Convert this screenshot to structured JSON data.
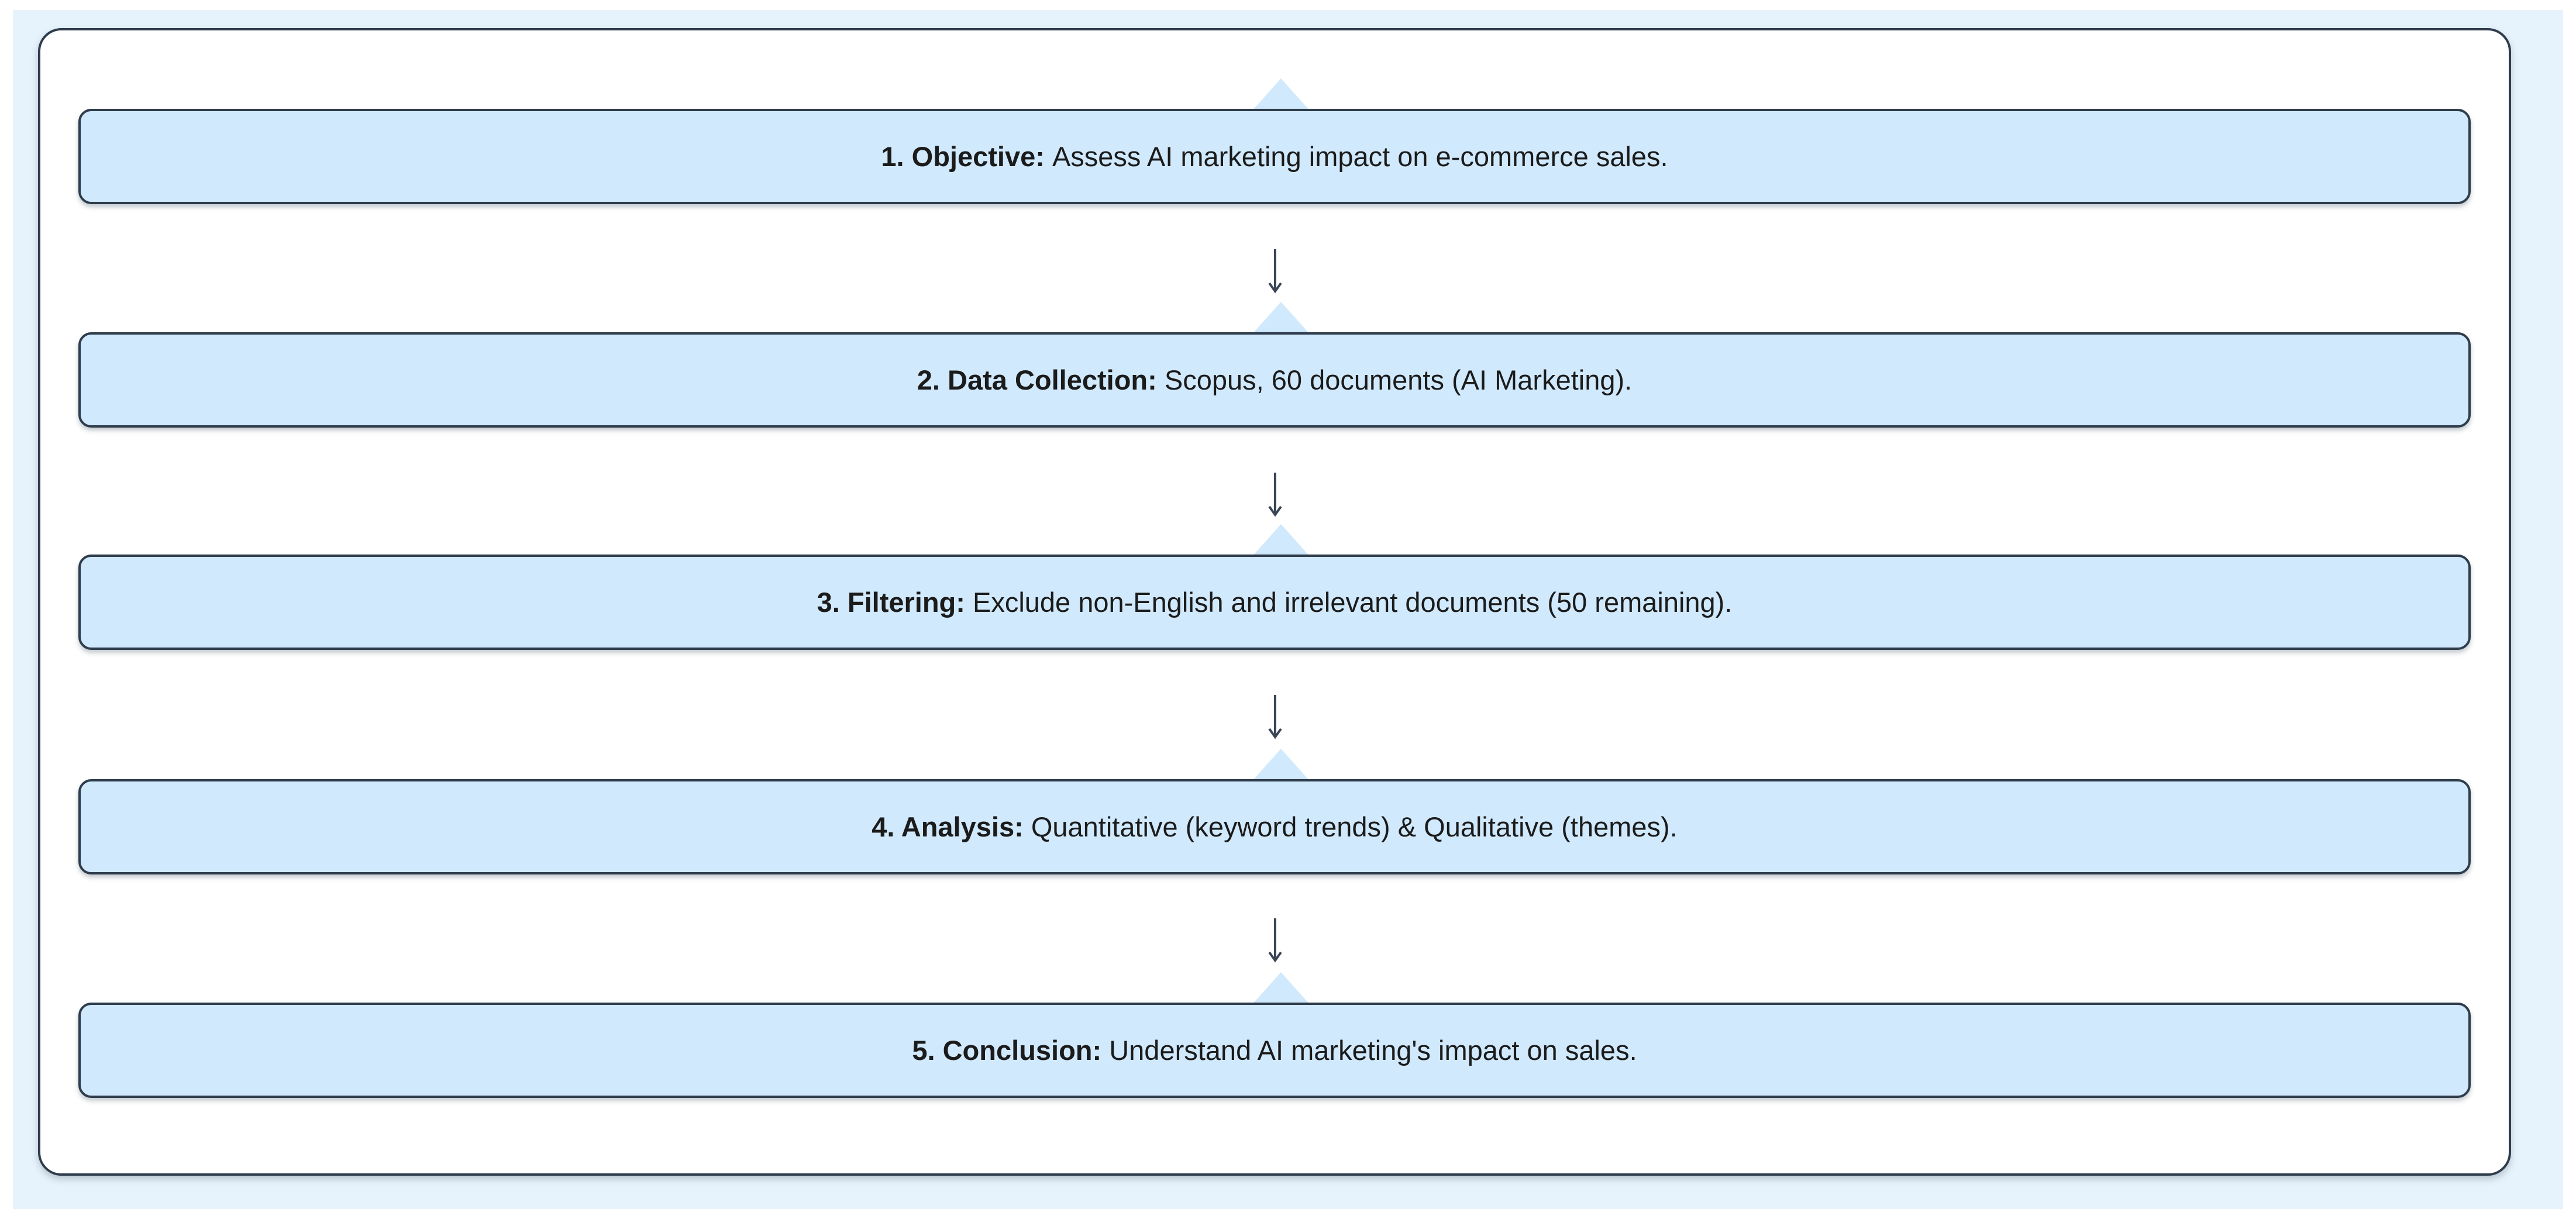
{
  "steps": [
    {
      "label": "1. Objective:",
      "text": "Assess AI marketing impact on e-commerce sales."
    },
    {
      "label": "2. Data Collection:",
      "text": "Scopus, 60 documents (AI Marketing)."
    },
    {
      "label": "3. Filtering:",
      "text": "Exclude non-English and irrelevant documents (50 remaining)."
    },
    {
      "label": "4. Analysis:",
      "text": "Quantitative (keyword trends) & Qualitative (themes)."
    },
    {
      "label": "5. Conclusion:",
      "text": "Understand AI marketing's impact on sales."
    }
  ],
  "icons": {
    "connector": "down-arrow-icon",
    "notch": "triangle-notch-icon"
  },
  "colors": {
    "background": "#e7f3fc",
    "card": "#ffffff",
    "step_fill": "#d1e9fc",
    "border": "#2e3c4c",
    "arrow": "#3a4656"
  }
}
